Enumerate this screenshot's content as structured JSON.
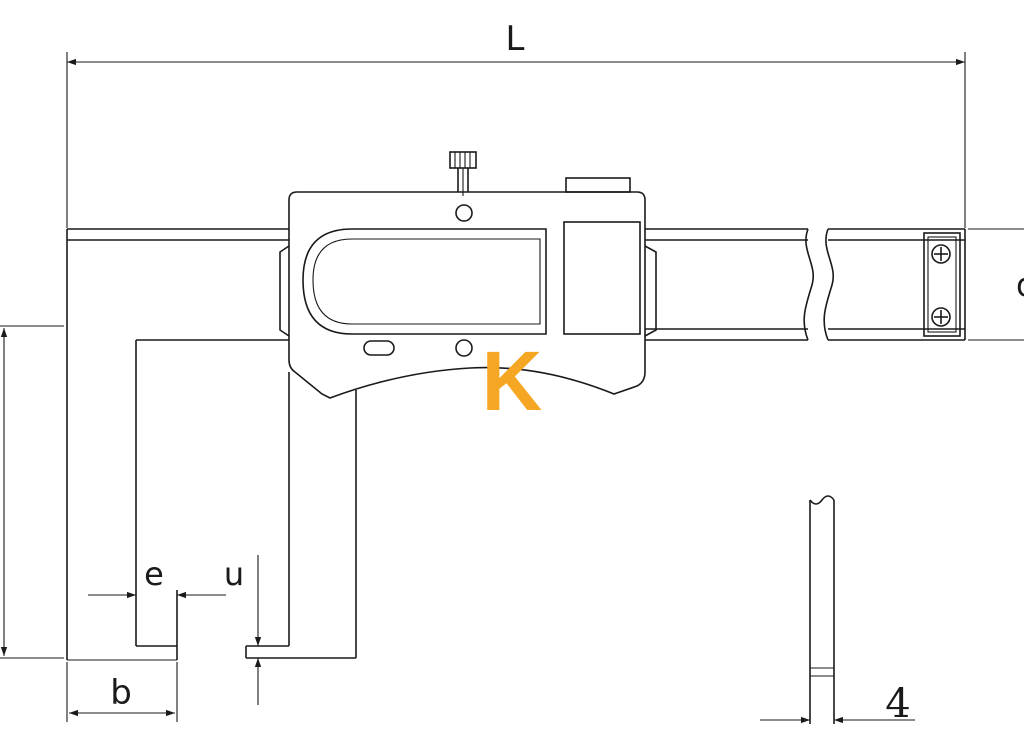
{
  "diagram": {
    "dimension_labels": {
      "overall_length": "L",
      "jaw_width": "b",
      "jaw_tip_width": "e",
      "jaw_tip_thickness": "u",
      "beam_thickness": "d",
      "blade_thickness": "4"
    },
    "logo": {
      "letter": "K",
      "color": "#f5a623"
    },
    "line_color": "#1a1a1a"
  }
}
